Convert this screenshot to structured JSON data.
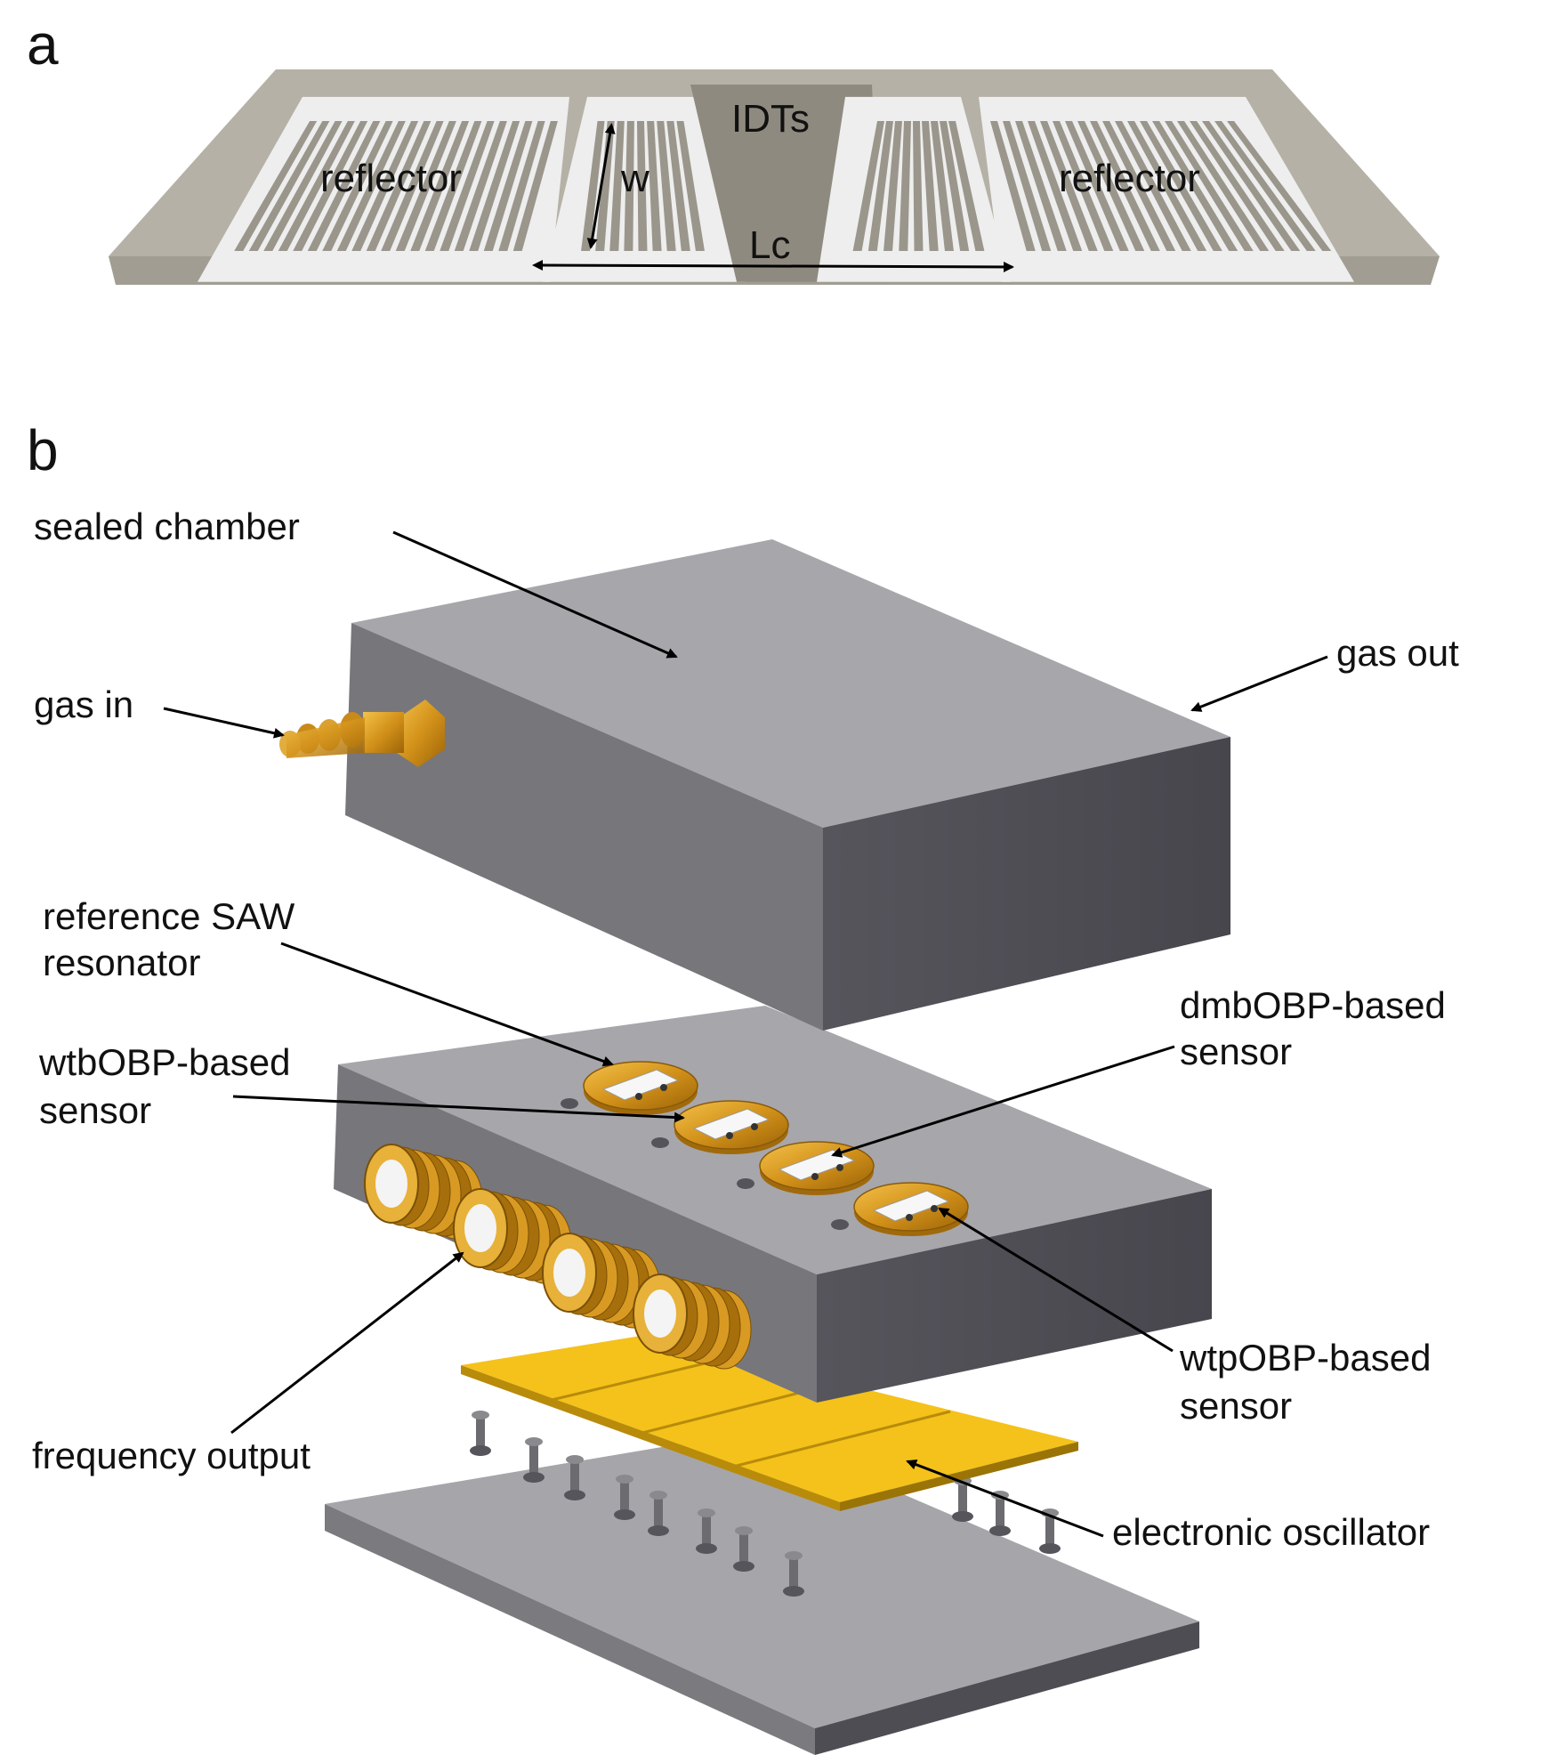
{
  "panel_a": {
    "letter": "a",
    "labels": {
      "idts": "IDTs",
      "reflector_left": "reflector",
      "reflector_right": "reflector",
      "width": "w",
      "cavity_length": "Lc"
    }
  },
  "panel_b": {
    "letter": "b",
    "labels": {
      "sealed_chamber": "sealed chamber",
      "gas_in": "gas in",
      "gas_out": "gas out",
      "reference_line1": "reference SAW",
      "reference_line2": "resonator",
      "wtb_line1": "wtbOBP-based",
      "wtb_line2": "sensor",
      "dmb_line1": "dmbOBP-based",
      "dmb_line2": "sensor",
      "wtp_line1": "wtpOBP-based",
      "wtp_line2": "sensor",
      "frequency_output": "frequency output",
      "electronic_oscillator": "electronic oscillator"
    }
  },
  "colors": {
    "substrate": "#b5b1a6",
    "electrode": "#f2f2f2",
    "chamber_top": "#a7a6ab",
    "chamber_front": "#77767b",
    "chamber_side": "#4d4c53",
    "gold": "#d79a1f",
    "pcb": "#f4c21a"
  }
}
